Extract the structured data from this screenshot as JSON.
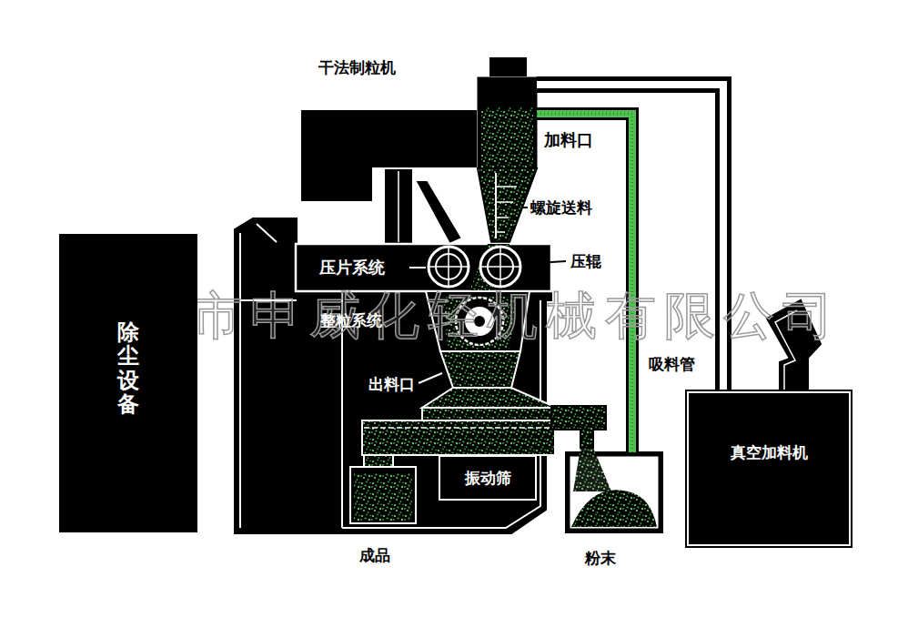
{
  "diagram": {
    "nodes": [
      {
        "text": [
          "加料口"
        ]
      },
      {
        "text": [
          "压片系统"
        ]
      },
      {
        "text": [
          "除尘设备"
        ]
      },
      {
        "text": [
          "真空加料机"
        ]
      },
      {
        "text": [
          "振动筛"
        ]
      },
      {
        "text": [
          "成品"
        ]
      },
      {
        "text": [
          "粉末"
        ]
      }
    ],
    "edges": [
      {
        "from": 6,
        "to": 0,
        "arrow": "none"
      },
      {
        "from": 3,
        "to": 0,
        "arrow": "none"
      }
    ],
    "labels": [
      "干法制粒机",
      "螺旋送料",
      "压辊",
      "整粒系统",
      "出料口",
      "吸料管",
      "江阴市申威化轻机械有限公司"
    ]
  }
}
